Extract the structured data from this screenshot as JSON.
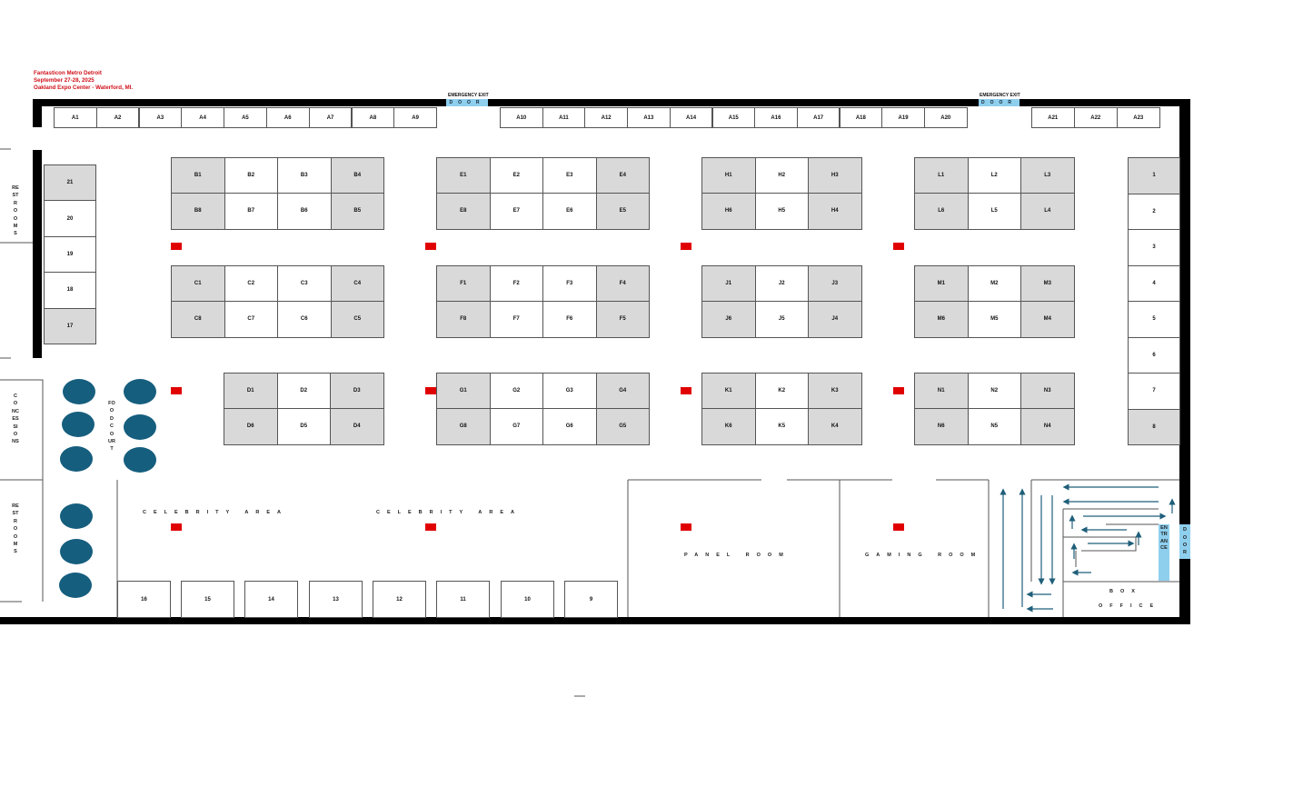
{
  "header": {
    "event": "Fantasticon Metro Detroit",
    "dates": "September 27-28, 2025",
    "venue": "Oakland Expo Center - Waterford, MI."
  },
  "emergency_exits": [
    {
      "label": "EMERGENCY EXIT",
      "door": "DOOR"
    },
    {
      "label": "EMERGENCY EXIT",
      "door": "DOOR"
    }
  ],
  "entrance": {
    "label": "ENTRANCE",
    "door": "DOOR",
    "box_office": [
      "BOX",
      "OFFICE"
    ]
  },
  "a_row": {
    "left": [
      "A1",
      "A2",
      "A3",
      "A4",
      "A5",
      "A6",
      "A7",
      "A8",
      "A9"
    ],
    "middle": [
      "A10",
      "A11",
      "A12",
      "A13",
      "A14",
      "A15",
      "A16",
      "A17",
      "A18",
      "A19",
      "A20"
    ],
    "right": [
      "A21",
      "A22",
      "A23"
    ]
  },
  "blocks": {
    "B": {
      "top": [
        "B1",
        "B2",
        "B3",
        "B4"
      ],
      "bottom": [
        "B8",
        "B7",
        "B6",
        "B5"
      ]
    },
    "C": {
      "top": [
        "C1",
        "C2",
        "C3",
        "C4"
      ],
      "bottom": [
        "C8",
        "C7",
        "C6",
        "C5"
      ]
    },
    "D": {
      "top": [
        "D1",
        "D2",
        "D3"
      ],
      "bottom": [
        "D6",
        "D5",
        "D4"
      ]
    },
    "E": {
      "top": [
        "E1",
        "E2",
        "E3",
        "E4"
      ],
      "bottom": [
        "E8",
        "E7",
        "E6",
        "E5"
      ]
    },
    "F": {
      "top": [
        "F1",
        "F2",
        "F3",
        "F4"
      ],
      "bottom": [
        "F8",
        "F7",
        "F6",
        "F5"
      ]
    },
    "G": {
      "top": [
        "G1",
        "G2",
        "G3",
        "G4"
      ],
      "bottom": [
        "G8",
        "G7",
        "G6",
        "G5"
      ]
    },
    "H": {
      "top": [
        "H1",
        "H2",
        "H3"
      ],
      "bottom": [
        "H6",
        "H5",
        "H4"
      ]
    },
    "J": {
      "top": [
        "J1",
        "J2",
        "J3"
      ],
      "bottom": [
        "J6",
        "J5",
        "J4"
      ]
    },
    "K": {
      "top": [
        "K1",
        "K2",
        "K3"
      ],
      "bottom": [
        "K6",
        "K5",
        "K4"
      ]
    },
    "L": {
      "top": [
        "L1",
        "L2",
        "L3"
      ],
      "bottom": [
        "L6",
        "L5",
        "L4"
      ]
    },
    "M": {
      "top": [
        "M1",
        "M2",
        "M3"
      ],
      "bottom": [
        "M6",
        "M5",
        "M4"
      ]
    },
    "N": {
      "top": [
        "N1",
        "N2",
        "N3"
      ],
      "bottom": [
        "N6",
        "N5",
        "N4"
      ]
    }
  },
  "right_column": [
    "1",
    "2",
    "3",
    "4",
    "5",
    "6",
    "7",
    "8"
  ],
  "left_column": [
    "21",
    "20",
    "19",
    "18",
    "17"
  ],
  "bottom_row": [
    "16",
    "15",
    "14",
    "13",
    "12",
    "11",
    "10",
    "9"
  ],
  "areas": {
    "rest_rooms_top": "RESTROOMS",
    "concessions": "CONCESSIONS",
    "rest_rooms_bottom": "RESTROOMS",
    "food_court": "FOOD COURT",
    "celebrity_1": "CELEBRITY AREA",
    "celebrity_2": "CELEBRITY AREA",
    "panel_room": "PANEL ROOM",
    "gaming_room": "GAMING ROOM"
  },
  "colors": {
    "booth_gray": "#d9d9d9",
    "marker_red": "#e00000",
    "table_blue": "#165e7e",
    "door_blue": "#8ecfee",
    "title_red": "#d0121b"
  }
}
